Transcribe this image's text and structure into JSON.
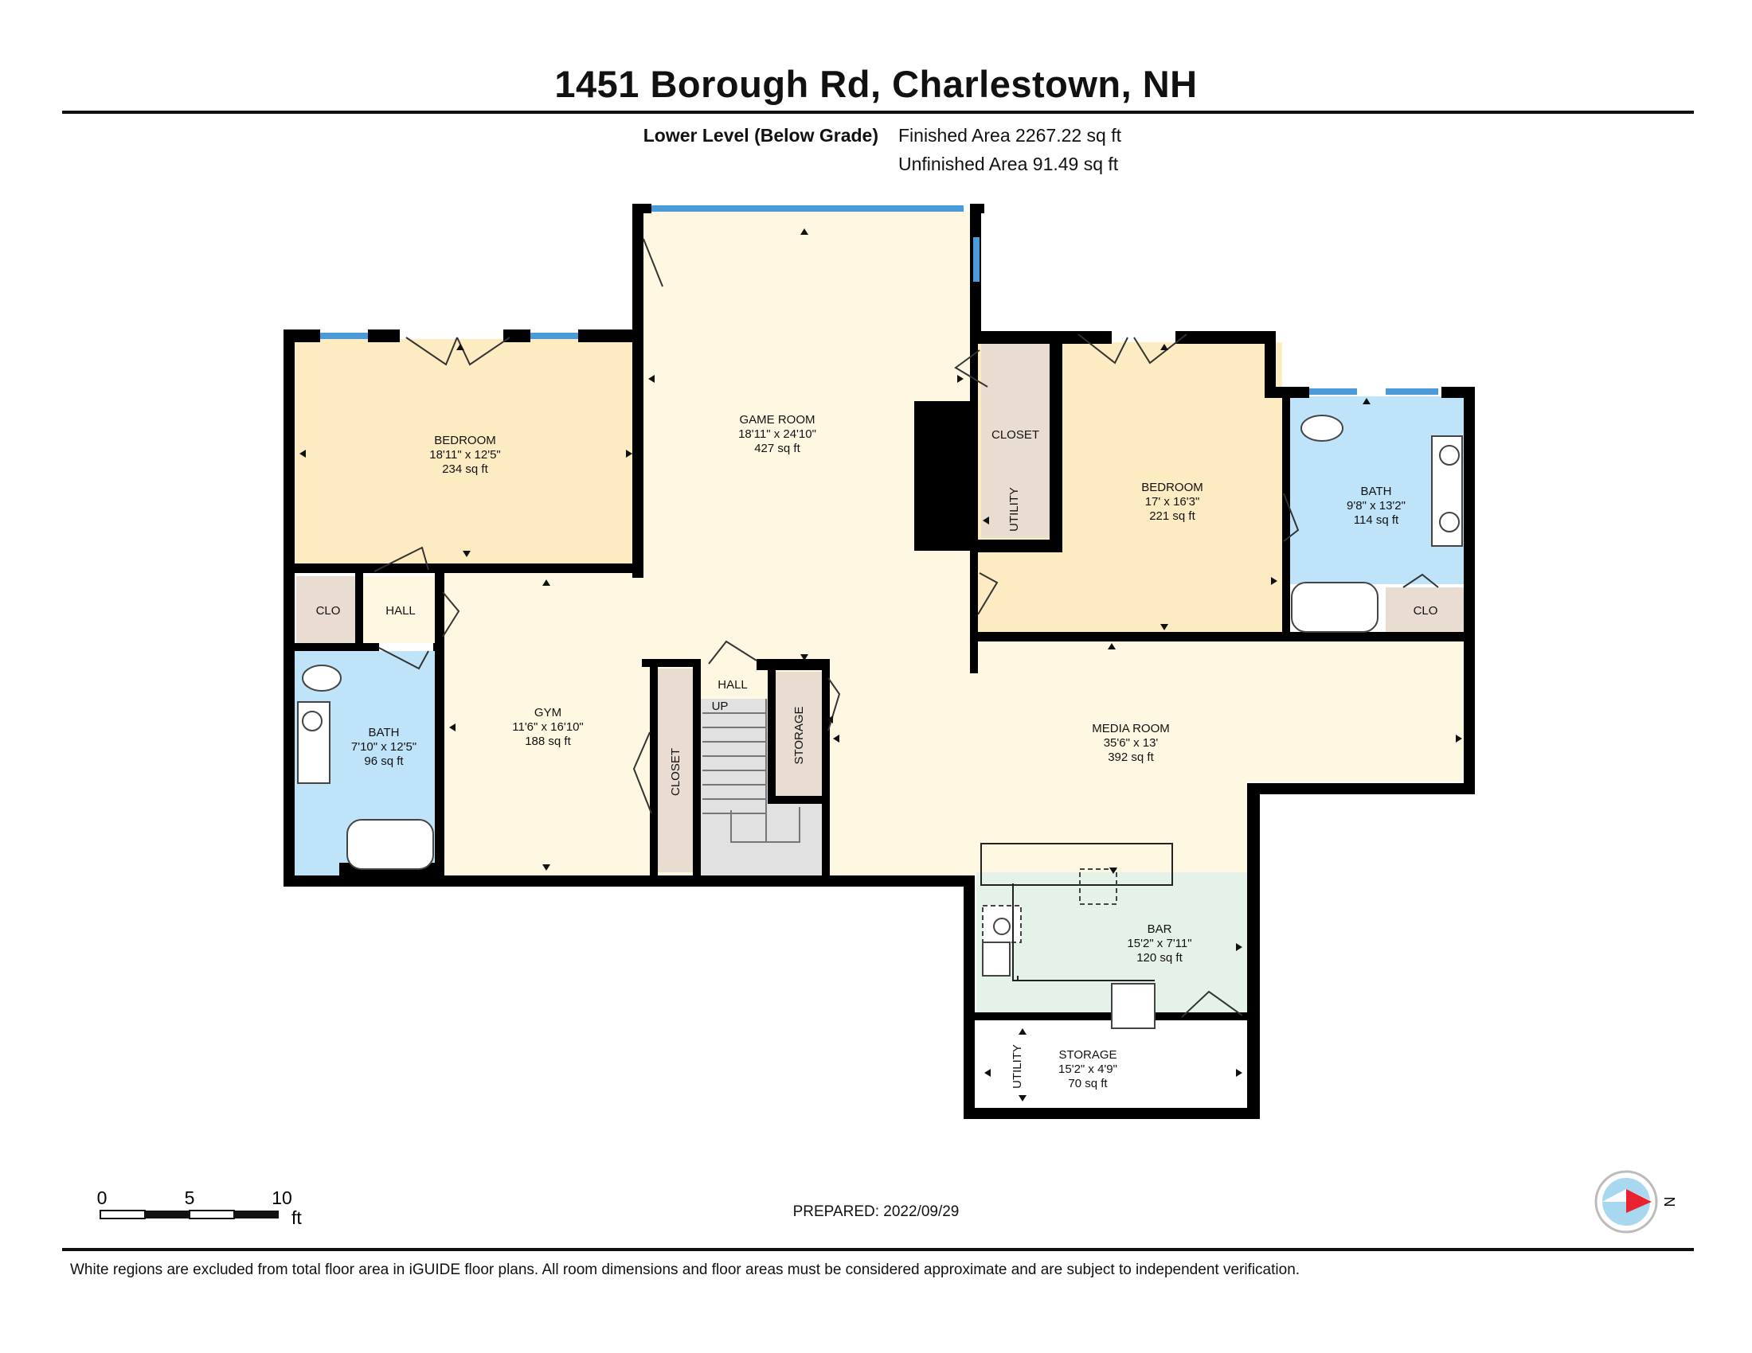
{
  "header": {
    "title": "1451 Borough Rd, Charlestown, NH",
    "level_label": "Lower Level (Below Grade)",
    "finished_area": "Finished Area 2267.22 sq ft",
    "unfinished_area": "Unfinished Area 91.49 sq ft"
  },
  "colors": {
    "wall": "#000000",
    "window": "#4a9bd8",
    "bedroom_fill": "#fdebc2",
    "game_room_fill": "#fef8e3",
    "bath_fill": "#bfe4f9",
    "utility_fill": "#e8ddd0",
    "bar_fill": "#e5f2e8",
    "stair_fill": "#e1e1e1",
    "compass_fill": "#a8d8f0",
    "compass_pointer": "#e8222e"
  },
  "rooms": {
    "game_room": {
      "name": "GAME ROOM",
      "dims": "18'11\" x 24'10\"",
      "area": "427 sq ft"
    },
    "bedroom_west": {
      "name": "BEDROOM",
      "dims": "18'11\" x 12'5\"",
      "area": "234 sq ft"
    },
    "bedroom_east": {
      "name": "BEDROOM",
      "dims": "17' x 16'3\"",
      "area": "221 sq ft"
    },
    "bath_east": {
      "name": "BATH",
      "dims": "9'8\" x 13'2\"",
      "area": "114 sq ft"
    },
    "bath_west": {
      "name": "BATH",
      "dims": "7'10\" x 12'5\"",
      "area": "96 sq ft"
    },
    "gym": {
      "name": "GYM",
      "dims": "11'6\" x 16'10\"",
      "area": "188 sq ft"
    },
    "media_room": {
      "name": "MEDIA ROOM",
      "dims": "35'6\" x 13'",
      "area": "392 sq ft"
    },
    "bar": {
      "name": "BAR",
      "dims": "15'2\" x 7'11\"",
      "area": "120 sq ft"
    },
    "storage_south": {
      "name": "STORAGE",
      "dims": "15'2\" x 4'9\"",
      "area": "70 sq ft"
    }
  },
  "labels": {
    "closet_east": "CLOSET",
    "utility_east": "UTILITY",
    "clo_west": "CLO",
    "hall_west": "HALL",
    "clo_east": "CLO",
    "hall_stair": "HALL",
    "up": "UP",
    "closet_stair": "CLOSET",
    "storage_stair": "STORAGE",
    "utility_south": "UTILITY"
  },
  "scale_bar": {
    "ticks": [
      "0",
      "5",
      "10"
    ],
    "unit": "ft"
  },
  "compass": {
    "direction": "N",
    "icon": "compass-icon"
  },
  "footer": {
    "prepared": "PREPARED: 2022/09/29",
    "disclaimer": "White regions are excluded from total floor area in iGUIDE floor plans. All room dimensions and floor areas must be considered approximate and are subject to independent verification."
  }
}
